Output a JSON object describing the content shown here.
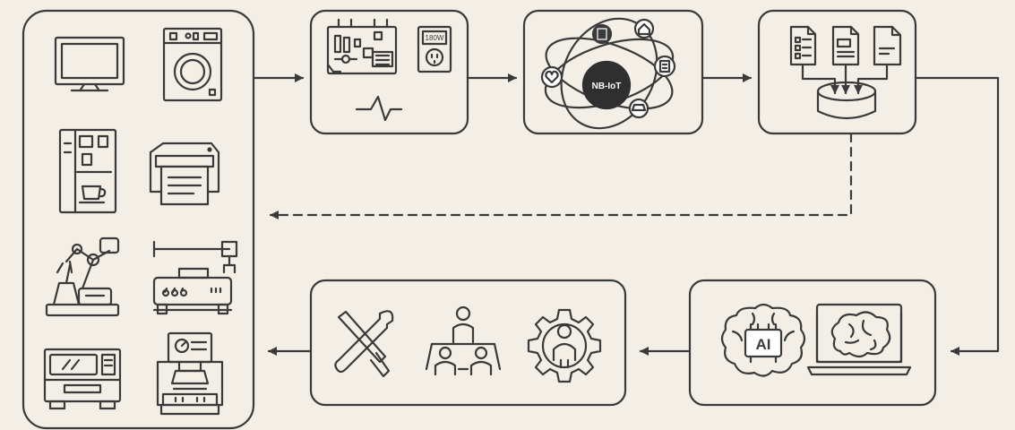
{
  "diagram": {
    "stroke_color": "#3a3a3a",
    "background_color": "#f3efe7",
    "fill_light": "#ffffff",
    "node_dark": "#2f2f2f",
    "devices": {
      "icons": [
        "monitor-icon",
        "washing-machine-icon",
        "coffee-machine-icon",
        "printer-icon",
        "robot-arm-icon",
        "conveyor-machine-icon",
        "cnc-machine-icon",
        "press-machine-icon"
      ]
    },
    "sensor": {
      "icons": [
        "circuit-board-icon",
        "power-meter-icon",
        "pulse-icon"
      ],
      "meter_label": "180W"
    },
    "network": {
      "hub_label": "NB-IoT",
      "icons": [
        "heart-icon",
        "building-icon",
        "home-icon",
        "office-icon",
        "car-icon"
      ]
    },
    "storage": {
      "icons": [
        "document-icon",
        "document-icon",
        "document-icon",
        "database-icon"
      ]
    },
    "analysis": {
      "icons": [
        "ai-brain-icon",
        "laptop-brain-icon"
      ],
      "ai_label": "AI"
    },
    "action": {
      "icons": [
        "tools-icon",
        "team-meeting-icon",
        "gear-person-icon"
      ]
    }
  }
}
